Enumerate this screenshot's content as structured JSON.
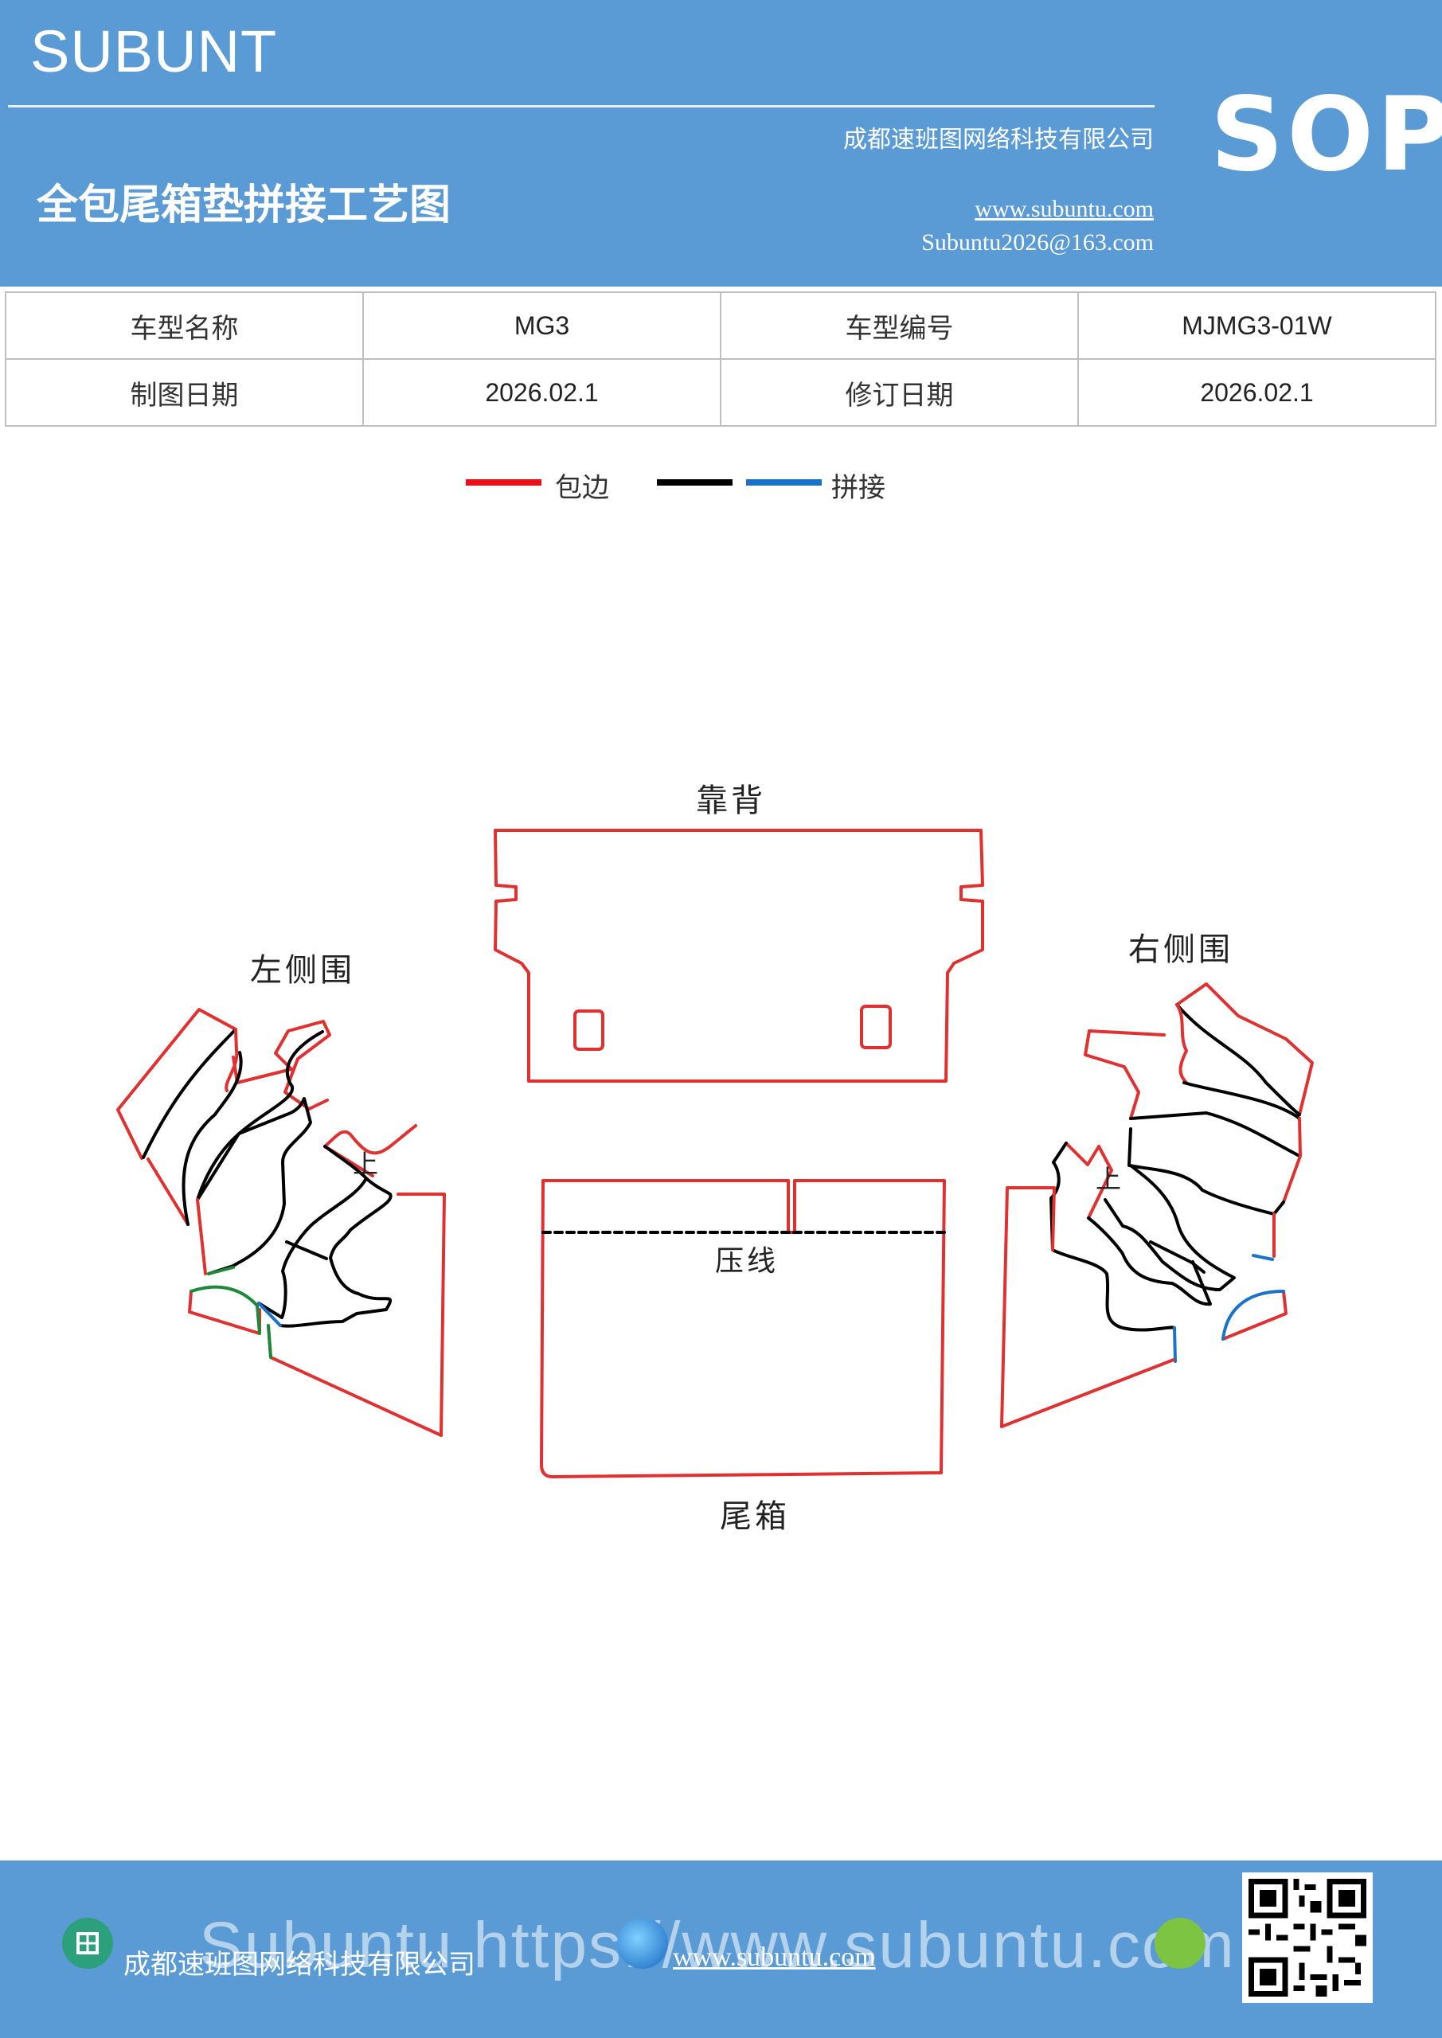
{
  "header": {
    "brand": "SUBUNT",
    "company": "成都速班图网络科技有限公司",
    "badge": "SOP",
    "title": "全包尾箱垫拼接工艺图",
    "website": "www.subuntu.com",
    "email": "Subuntu2026@163.com"
  },
  "info": {
    "row1": {
      "label_a": "车型名称",
      "value_a": "MG3",
      "label_b": "车型编号",
      "value_b": "MJMG3-01W"
    },
    "row2": {
      "label_a": "制图日期",
      "value_a": "2026.02.1",
      "label_b": "修订日期",
      "value_b": "2026.02.1"
    }
  },
  "legend": {
    "edge_label": "包边",
    "splice_label": "拼接",
    "colors": {
      "edge": "#e8101a",
      "black": "#000000",
      "blue": "#1a73c8"
    }
  },
  "parts": {
    "backrest": "靠背",
    "left_side": "左侧围",
    "right_side": "右侧围",
    "trunk": "尾箱",
    "crease": "压线",
    "up_mark_left": "上",
    "up_mark_right": "上"
  },
  "footer": {
    "company": "成都速班图网络科技有限公司",
    "website": "www.subuntu.com",
    "watermark": "Subuntu https://www.subuntu.com"
  }
}
